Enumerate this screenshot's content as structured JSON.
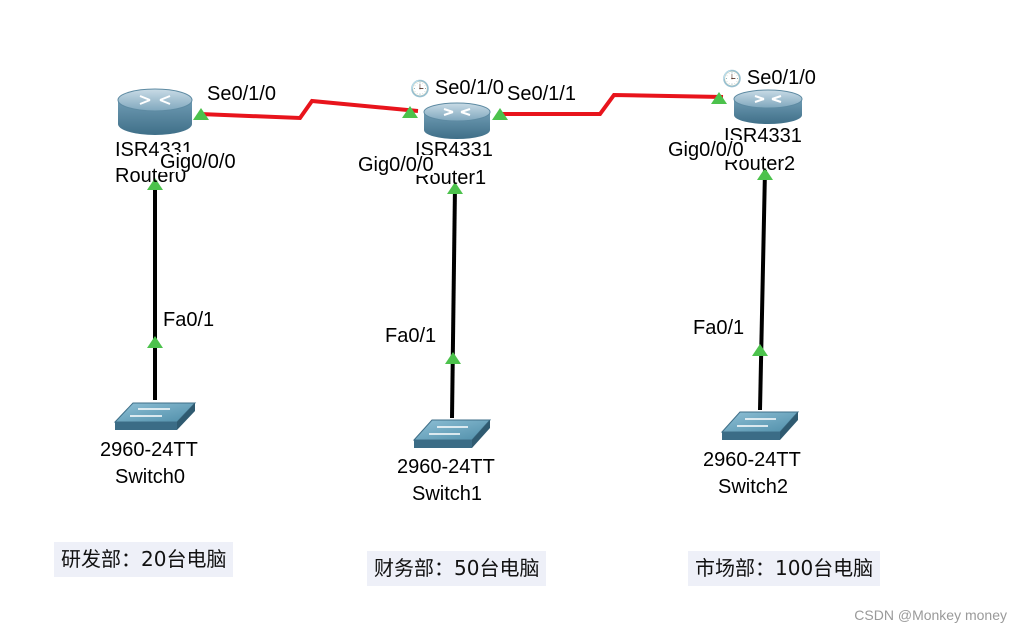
{
  "devices": {
    "router0": {
      "model": "ISR4331",
      "name": "Router0"
    },
    "router1": {
      "model": "ISR4331",
      "name": "Router1"
    },
    "router2": {
      "model": "ISR4331",
      "name": "Router2"
    },
    "switch0": {
      "model": "2960-24TT",
      "name": "Switch0"
    },
    "switch1": {
      "model": "2960-24TT",
      "name": "Switch1"
    },
    "switch2": {
      "model": "2960-24TT",
      "name": "Switch2"
    }
  },
  "ports": {
    "r0_se": "Se0/1/0",
    "r0_gig": "Gig0/0/0",
    "r1_se_left": "Se0/1/0",
    "r1_se_right": "Se0/1/1",
    "r1_gig": "Gig0/0/0",
    "r2_se": "Se0/1/0",
    "r2_gig": "Gig0/0/0",
    "sw0_fa": "Fa0/1",
    "sw1_fa": "Fa0/1",
    "sw2_fa": "Fa0/1"
  },
  "clock_icon": "clock-icon",
  "departments": [
    {
      "label": "研发部：20台电脑"
    },
    {
      "label": "财务部：50台电脑"
    },
    {
      "label": "市场部：100台电脑"
    }
  ],
  "watermark": "CSDN @Monkey money",
  "colors": {
    "serial_link": "#e8141c",
    "ethernet_link": "#000000",
    "link_up": "#4cc24c",
    "device_blue": "#5b8fab"
  }
}
